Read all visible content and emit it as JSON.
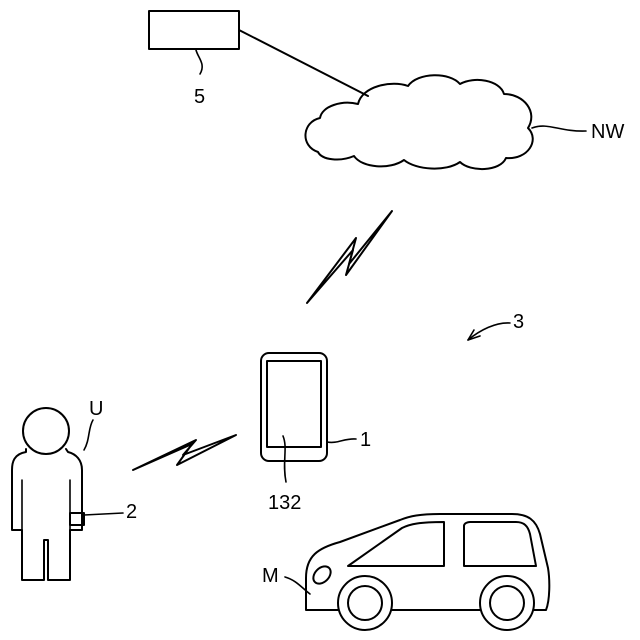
{
  "labels": {
    "server": "5",
    "network": "NW",
    "system": "3",
    "terminal": "1",
    "display": "132",
    "user": "U",
    "wearable": "2",
    "vehicle": "M"
  }
}
